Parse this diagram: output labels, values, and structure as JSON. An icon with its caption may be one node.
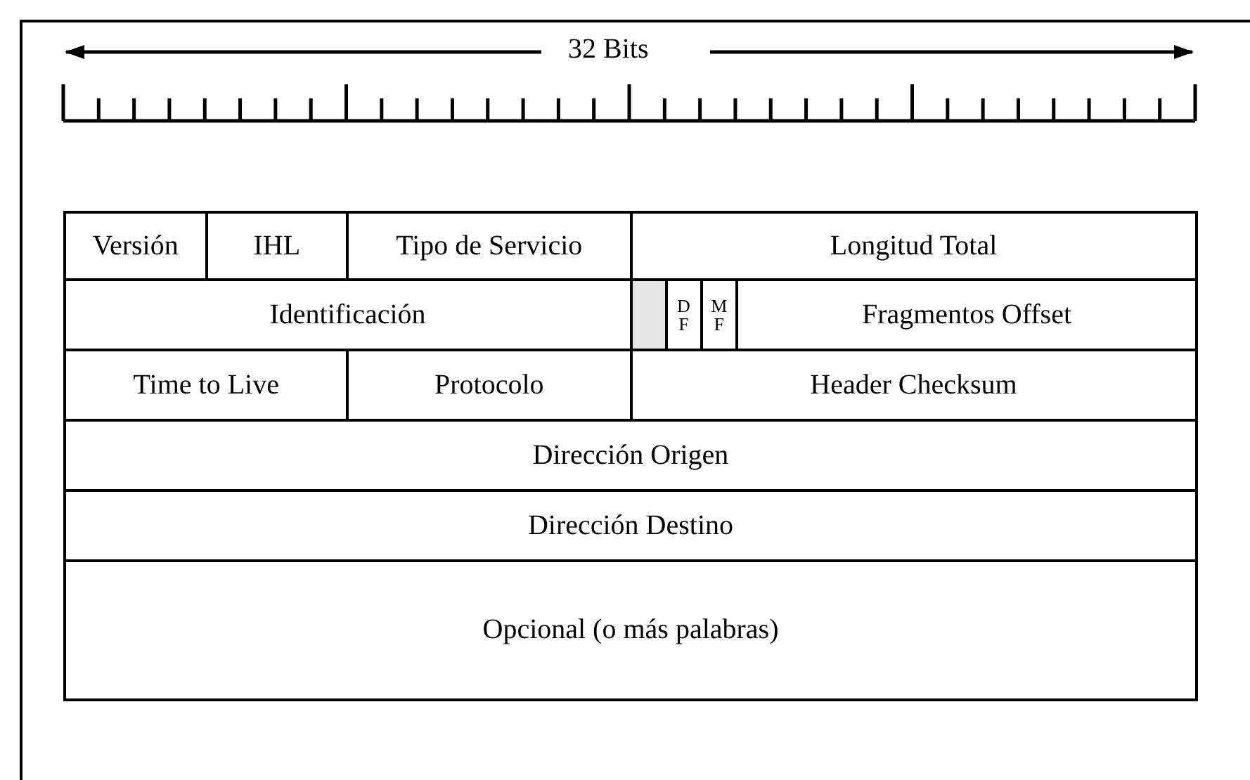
{
  "diagram": {
    "labels": [
      "32 Bits",
      "Versión",
      "IHL",
      "Tipo de Servicio",
      "Longitud Total",
      "Identificación",
      "D F",
      "M F",
      "Fragmentos Offset",
      "Time to Live",
      "Protocolo",
      "Header Checksum",
      "Dirección Origen",
      "Dirección Destino",
      "Opcional (o más palabras)"
    ]
  }
}
